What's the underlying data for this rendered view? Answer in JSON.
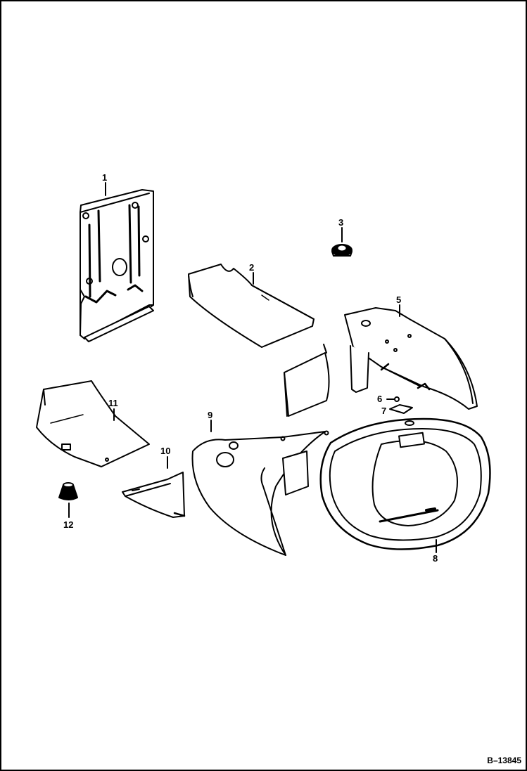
{
  "figure_id": "B–13845",
  "callouts": {
    "c1": "1",
    "c2": "2",
    "c3": "3",
    "c5": "5",
    "c6": "6",
    "c7": "7",
    "c8": "8",
    "c9": "9",
    "c10": "10",
    "c11": "11",
    "c12": "12"
  },
  "colors": {
    "ink": "#000000",
    "paper": "#ffffff"
  }
}
